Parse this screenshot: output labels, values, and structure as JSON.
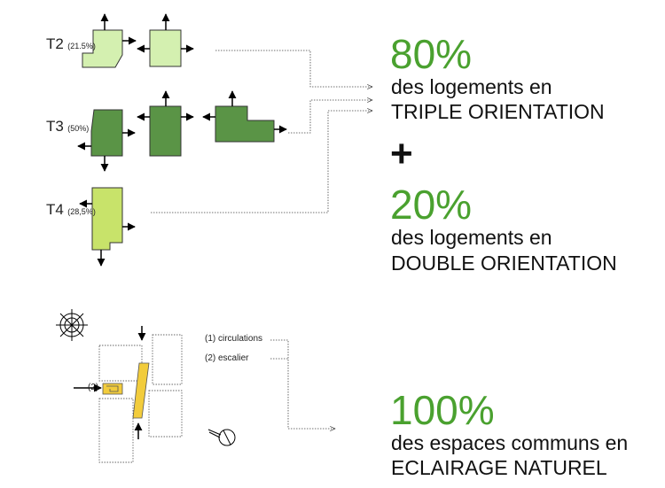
{
  "colors": {
    "t2_fill": "#d4f0b0",
    "t3_fill": "#5a9446",
    "t4_fill": "#c8e36a",
    "accent_green": "#4aa12f",
    "common_fill": "#f2cc3c"
  },
  "typologies": [
    {
      "type": "T2",
      "share": "(21.5%)"
    },
    {
      "type": "T3",
      "share": "(50%)"
    },
    {
      "type": "T4",
      "share": "(28,5%)"
    }
  ],
  "results": [
    {
      "value": "80%",
      "line1": "des logements en",
      "line2": "TRIPLE ORIENTATION"
    },
    {
      "value": "20%",
      "line1": "des logements en",
      "line2": "DOUBLE ORIENTATION"
    },
    {
      "value": "100%",
      "line1": "des espaces communs en",
      "line2": "ECLAIRAGE NATUREL"
    }
  ],
  "plus_sign": "+",
  "legend": {
    "circulations": "(1) circulations",
    "escalier": "(2) escalier",
    "marker": "(2)"
  }
}
